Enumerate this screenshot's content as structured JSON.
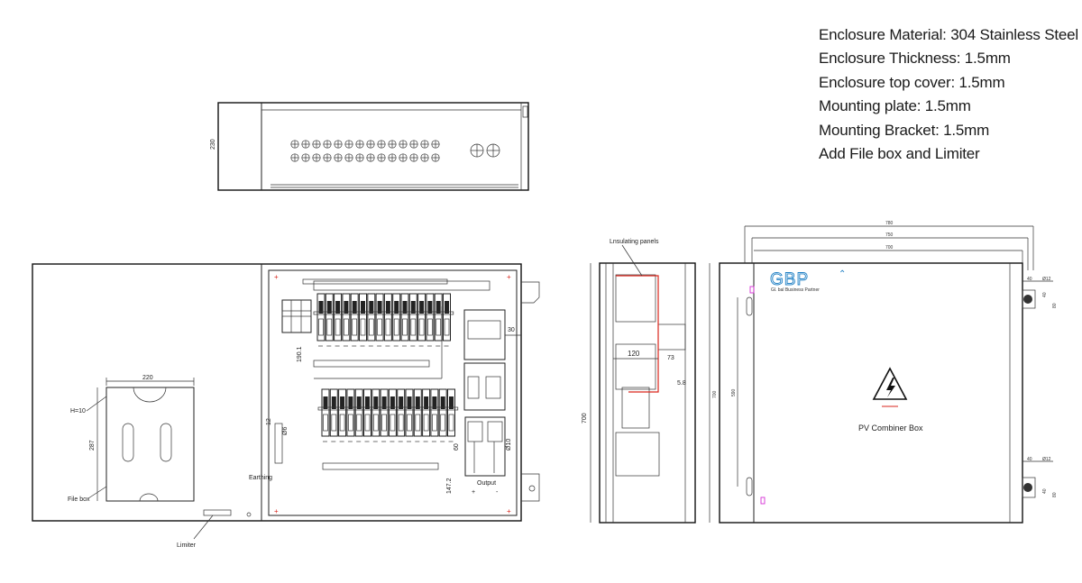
{
  "specs": [
    "Enclosure Material: 304 Stainless Steel",
    "Enclosure Thickness: 1.5mm",
    "Enclosure top cover: 1.5mm",
    "Mounting plate: 1.5mm",
    "Mounting Bracket: 1.5mm",
    "Add File box and Limiter"
  ],
  "top_view": {
    "height_dim": "230"
  },
  "front_open": {
    "file_box_width": "220",
    "file_box_height": "287",
    "h_label": "H=10",
    "file_box_label": "File box",
    "limiter_label": "Limiter",
    "earthing_label": "Earthing",
    "dim_190": "190.1",
    "dim_30": "30",
    "dim_60": "60",
    "dim_147": "147.2",
    "dim_12_left": "12",
    "dim_d6": "Ø6",
    "dim_d10": "Ø10",
    "output_label": "Output",
    "plus": "+",
    "minus": "-"
  },
  "side_view": {
    "insulating_label": "Lnsulating panels",
    "dim_120": "120",
    "dim_73": "73",
    "dim_58": "5.8",
    "dim_700": "700"
  },
  "front_closed": {
    "dim_780": "780",
    "dim_750": "750",
    "dim_700w": "700",
    "dim_700h": "700",
    "dim_590": "590",
    "dim_40_top": "40",
    "dim_d12_top": "Ø12",
    "dim_40_bot": "40",
    "dim_d12_bot": "Ø12",
    "dim_40v": "40",
    "dim_80v": "80",
    "logo_text": "GBP",
    "logo_sub": "Gl. bal Business Partner",
    "product_label": "PV Combiner Box"
  },
  "colors": {
    "accent_blue": "#1e7fc4",
    "insulating_red": "#d9261c",
    "marker_magenta": "#d62fd6"
  }
}
